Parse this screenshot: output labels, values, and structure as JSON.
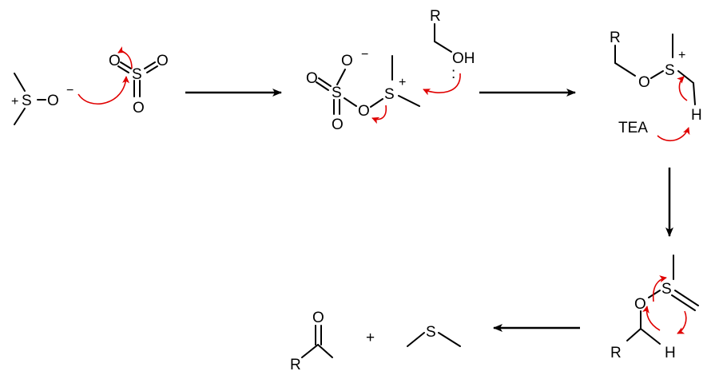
{
  "colors": {
    "ink": "#000000",
    "electron_arrow": "#e00000",
    "background": "#ffffff"
  },
  "labels": {
    "S": "S",
    "O": "O",
    "OH": "OH",
    "H": "H",
    "R": "R",
    "TEA": "TEA",
    "plus": "+",
    "minus": "−",
    "lone_pair": ":"
  },
  "steps": [
    {
      "id": "dmso-so3-activation"
    },
    {
      "id": "alcohol-attack"
    },
    {
      "id": "deprotonation-by-TEA"
    },
    {
      "id": "sulfur-ylide"
    },
    {
      "id": "products"
    }
  ]
}
